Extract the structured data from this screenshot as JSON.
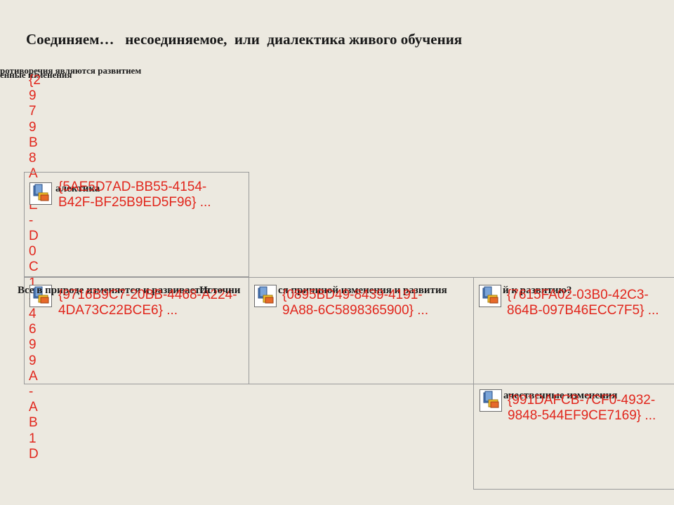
{
  "slide": {
    "title": "Соединяем…   несоединяемое,  или  диалектика живого обучения"
  },
  "labels": {
    "top_a": "ротиворечия являются развитием",
    "top_b": "енные изменения"
  },
  "objects": [
    {
      "label": "алектика",
      "guid": "{5AE5D7AD-BB55-4154-B42F-BF25B9ED5F96} ..."
    },
    {
      "label": "Все в природе изменяется и развивается",
      "guid": "{9716B9C7-20BB-4468-A224-4DA73C22BCE6} ..."
    },
    {
      "label": "ся причиной изменения и развития",
      "guid": "{0895BD49-8439-4191-9A88-6C5898365900} ...",
      "prefix": "Источни"
    },
    {
      "label": "й к развитию?",
      "guid": "{7615FA02-03B0-42C3-864B-097B46ECC7F5} ..."
    },
    {
      "label": "ачественные изменения",
      "guid": "{991DAFCB-7CF0-4932-9848-544EF9CE7169} ..."
    }
  ],
  "vertical_guid": "{2979B8A9E-D0C1-4699A-AB1D"
}
